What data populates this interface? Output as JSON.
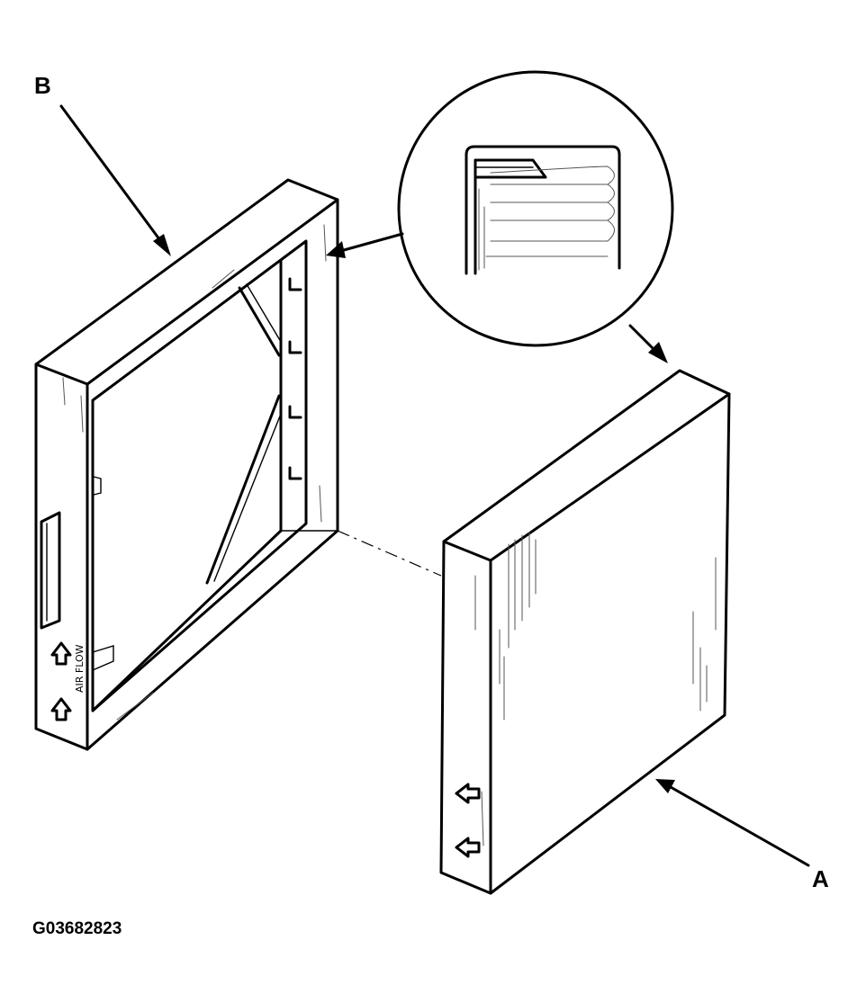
{
  "labels": {
    "frame": "B",
    "filter": "A",
    "figure_code": "G03682823",
    "airflow_text": "AIR FLOW"
  },
  "icons": [
    "arrow-up-icon",
    "arrow-up-icon"
  ]
}
